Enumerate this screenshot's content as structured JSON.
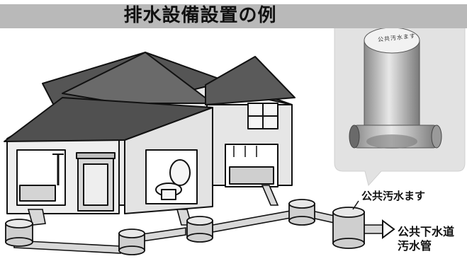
{
  "title": "排水設備設置の例",
  "labels": {
    "public_masu": "公共汚水ます",
    "public_sewer_line1": "公共下水道",
    "public_sewer_line2": "汚水管"
  },
  "photo_label": "公共汚水ます",
  "colors": {
    "title_bar": "#b9b9b9",
    "bubble": "#e2e2e2",
    "wall": "#e6e6e6",
    "roof": "#5a5a5a",
    "outline": "#111111"
  }
}
